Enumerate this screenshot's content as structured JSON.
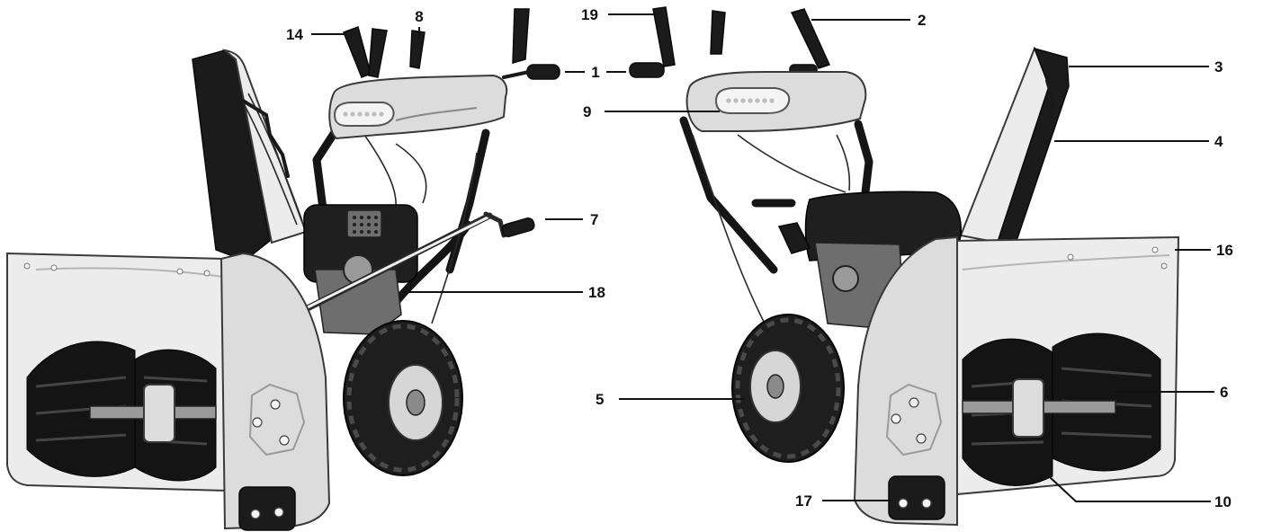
{
  "callouts": {
    "c1": "1",
    "c2": "2",
    "c3": "3",
    "c4": "4",
    "c5": "5",
    "c6": "6",
    "c7": "7",
    "c8": "8",
    "c9": "9",
    "c10": "10",
    "c14": "14",
    "c16": "16",
    "c17": "17",
    "c18": "18",
    "c19": "19"
  },
  "colors": {
    "ink": "#111111",
    "metal": "#dcdcdc",
    "rubber": "#1b1b1b",
    "background": "#ffffff"
  }
}
